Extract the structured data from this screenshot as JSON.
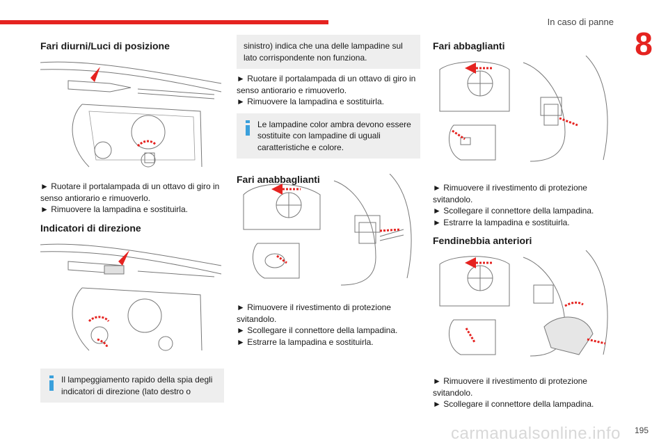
{
  "header": {
    "chapter_title": "In caso di panne",
    "chapter_number": "8"
  },
  "col1": {
    "section1_title": "Fari diurni/Luci di posizione",
    "section1_steps": [
      "► Ruotare il portalampada di un ottavo di giro in senso antiorario e rimuoverlo.",
      "► Rimuovere la lampadina e sostituirla."
    ],
    "section2_title": "Indicatori di direzione",
    "info_text": "Il lampeggiamento rapido della spia degli indicatori di direzione (lato destro o"
  },
  "col2": {
    "info_cont": "sinistro) indica che una delle lampadine sul lato corrispondente non funziona.",
    "steps": [
      "► Ruotare il portalampada di un ottavo di giro in senso antiorario e rimuoverlo.",
      "► Rimuovere la lampadina e sostituirla."
    ],
    "info2_text": "Le lampadine color ambra devono essere sostituite con lampadine di uguali caratteristiche e colore.",
    "section_title": "Fari anabbaglianti",
    "section_steps": [
      "► Rimuovere il rivestimento di protezione svitandolo.",
      "► Scollegare il connettore della lampadina.",
      "► Estrarre la lampadina e sostituirla."
    ]
  },
  "col3": {
    "section1_title": "Fari abbaglianti",
    "section1_steps": [
      "► Rimuovere il rivestimento di protezione svitandolo.",
      "► Scollegare il connettore della lampadina.",
      "► Estrarre la lampadina e sostituirla."
    ],
    "section2_title": "Fendinebbia anteriori",
    "section2_steps": [
      "► Rimuovere il rivestimento di protezione svitandolo.",
      "► Scollegare il connettore della lampadina."
    ]
  },
  "footer": {
    "page_number": "195",
    "watermark": "carmanualsonline.info"
  },
  "colors": {
    "accent": "#e52320",
    "info_icon": "#3aa0dc",
    "info_bg": "#eeeeee"
  }
}
